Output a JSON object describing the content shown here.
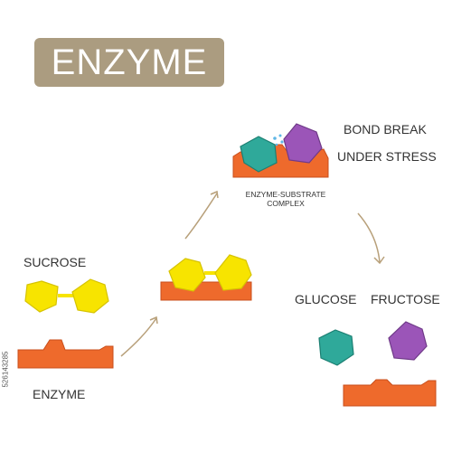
{
  "title": "ENZYME",
  "labels": {
    "sucrose": "SUCROSE",
    "enzyme": "ENZYME",
    "complex_line1": "ENZYME-SUBSTRATE",
    "complex_line2": "COMPLEX",
    "bond_line1": "BOND BREAK",
    "bond_line2": "UNDER STRESS",
    "glucose": "GLUCOSE",
    "fructose": "FRUCTOSE"
  },
  "stock_id": "526143285",
  "colors": {
    "badge": "#ab9c80",
    "enzyme": "#ee6a2c",
    "enzyme_edge": "#c84f1c",
    "sucrose": "#f7e400",
    "sucrose_edge": "#d6c300",
    "glucose": "#2fa99a",
    "glucose_edge": "#1c7f72",
    "fructose": "#9b55b8",
    "fructose_edge": "#6f3a88",
    "arrow": "#b8a07a",
    "spark": "#5fb7e6"
  }
}
